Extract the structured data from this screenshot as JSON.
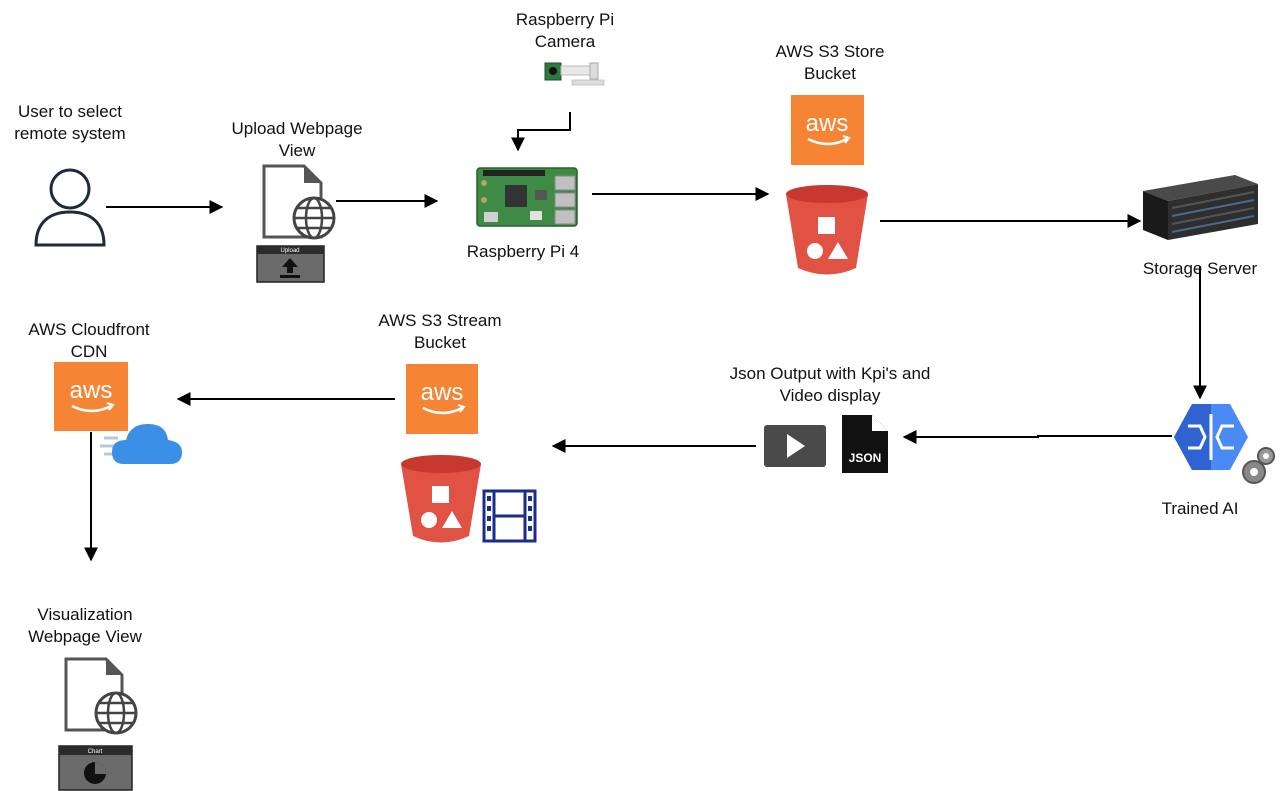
{
  "nodes": {
    "user": {
      "label_lines": [
        "User to select",
        "remote system"
      ]
    },
    "upload_page": {
      "label_lines": [
        "Upload Webpage",
        "View"
      ],
      "panel_text": "Upload"
    },
    "camera": {
      "label_lines": [
        "Raspberry Pi",
        "Camera"
      ]
    },
    "rpi": {
      "label_lines": [
        "Raspberry Pi 4"
      ]
    },
    "s3_store": {
      "label_lines": [
        "AWS S3 Store",
        "Bucket"
      ],
      "logo_text": "aws"
    },
    "storage_server": {
      "label_lines": [
        "Storage Server"
      ]
    },
    "trained_ai": {
      "label_lines": [
        "Trained AI"
      ]
    },
    "json_output": {
      "label_lines": [
        "Json Output with Kpi's and",
        "Video display"
      ],
      "file_text": "JSON"
    },
    "s3_stream": {
      "label_lines": [
        "AWS S3 Stream",
        "Bucket"
      ],
      "logo_text": "aws"
    },
    "cloudfront": {
      "label_lines": [
        "AWS Cloudfront",
        "CDN"
      ],
      "logo_text": "aws"
    },
    "visualization_page": {
      "label_lines": [
        "Visualization",
        "Webpage View"
      ],
      "panel_text": "Chart"
    }
  },
  "edges": [
    {
      "from": "user",
      "to": "upload_page"
    },
    {
      "from": "upload_page",
      "to": "rpi"
    },
    {
      "from": "camera",
      "to": "rpi"
    },
    {
      "from": "rpi",
      "to": "s3_store"
    },
    {
      "from": "s3_store",
      "to": "storage_server"
    },
    {
      "from": "storage_server",
      "to": "trained_ai"
    },
    {
      "from": "trained_ai",
      "to": "json_output"
    },
    {
      "from": "json_output",
      "to": "s3_stream"
    },
    {
      "from": "s3_stream",
      "to": "cloudfront"
    },
    {
      "from": "cloudfront",
      "to": "visualization_page"
    }
  ],
  "colors": {
    "aws_orange": "#F58534",
    "bucket_red": "#E05243",
    "bucket_rim": "#C7382E",
    "film_blue": "#1A2D8C",
    "ai_blue": "#4A8AF4",
    "ai_blue_dark": "#2E63D1",
    "cloud_blue": "#3B8FE6",
    "rpi_green": "#3E8B45",
    "arrow": "#000000",
    "icon_gray": "#5a5a5a"
  },
  "icons": {
    "user": "user-outline-icon",
    "web_page": "web-page-globe-icon",
    "upload": "upload-icon",
    "camera": "camera-module-icon",
    "rpi": "raspberry-pi-board-icon",
    "aws": "aws-logo-icon",
    "bucket": "s3-bucket-icon",
    "server": "rack-server-icon",
    "ai": "ai-brain-gears-icon",
    "video": "video-play-icon",
    "json": "json-file-icon",
    "film": "film-strip-icon",
    "cloud": "cloud-icon",
    "chart": "pie-chart-icon"
  }
}
